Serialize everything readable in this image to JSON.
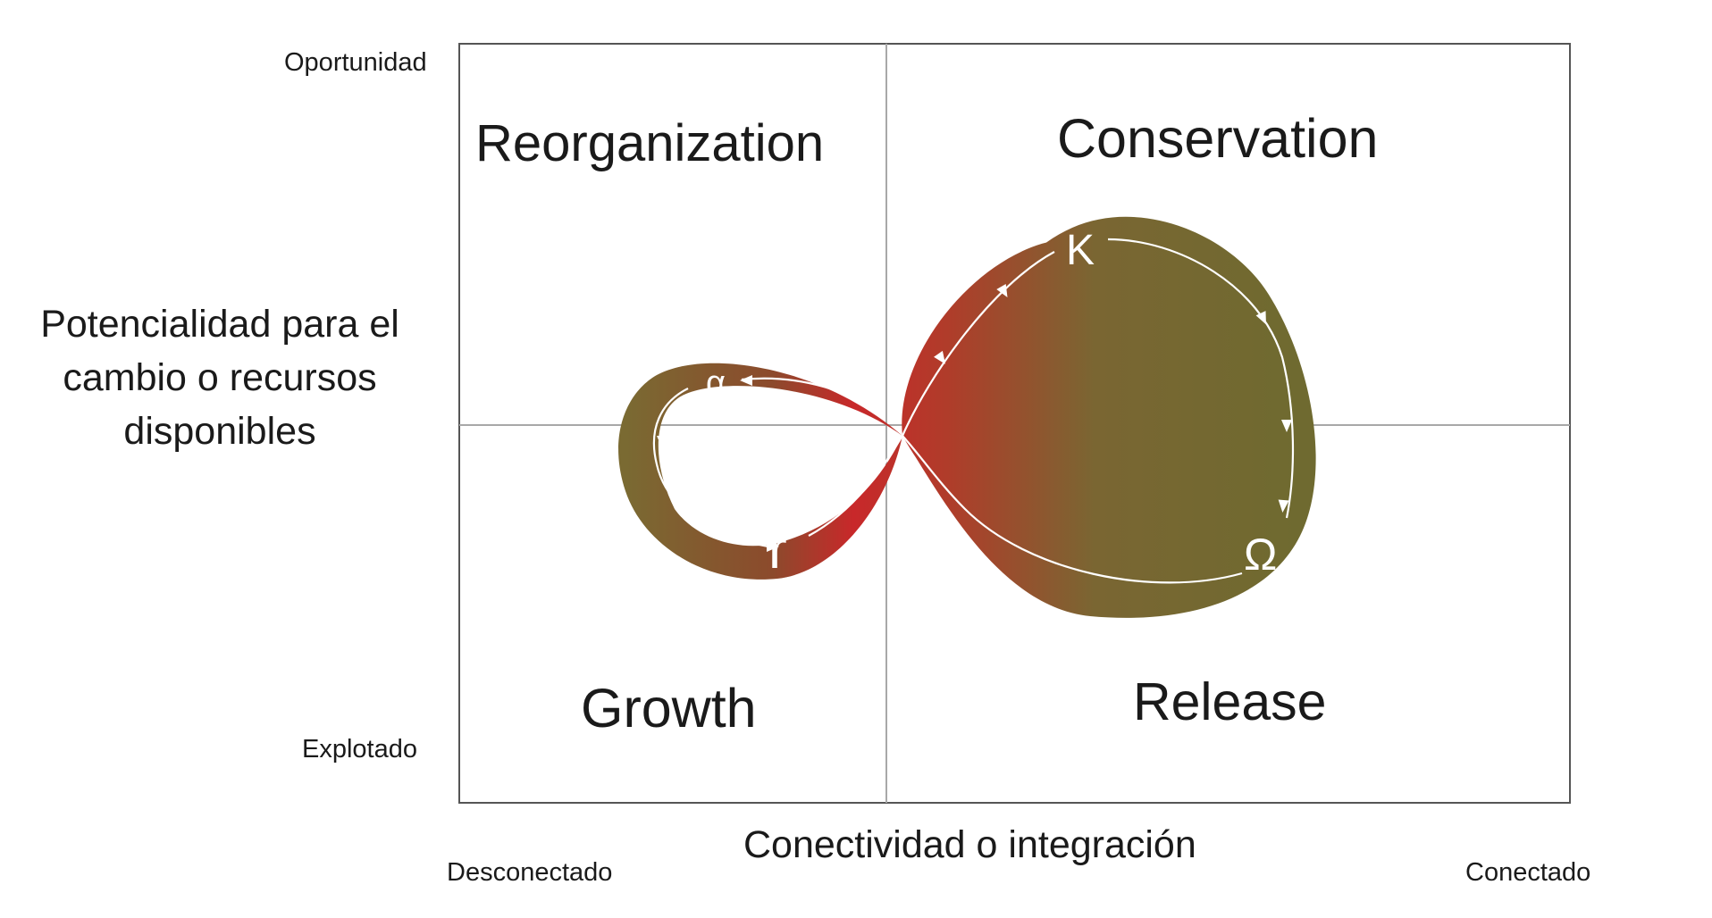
{
  "y_axis": {
    "top_label": "Oportunidad",
    "bottom_label": "Explotado",
    "title_lines": [
      "Potencialidad para el",
      "cambio o recursos",
      "disponibles"
    ]
  },
  "x_axis": {
    "left_label": "Desconectado",
    "right_label": "Conectado",
    "title": "Conectividad o integración"
  },
  "quadrants": {
    "top_left": "Reorganization",
    "top_right": "Conservation",
    "bottom_left": "Growth",
    "bottom_right": "Release"
  },
  "loop_symbols": {
    "alpha": "α",
    "r": "r",
    "K": "K",
    "omega": "Ω"
  },
  "colors": {
    "frame": "#555555",
    "quadrant_lines": "#a8a8a8",
    "band_olive": "#7a6a32",
    "band_red": "#c8282a",
    "arrows": "#ffffff"
  }
}
